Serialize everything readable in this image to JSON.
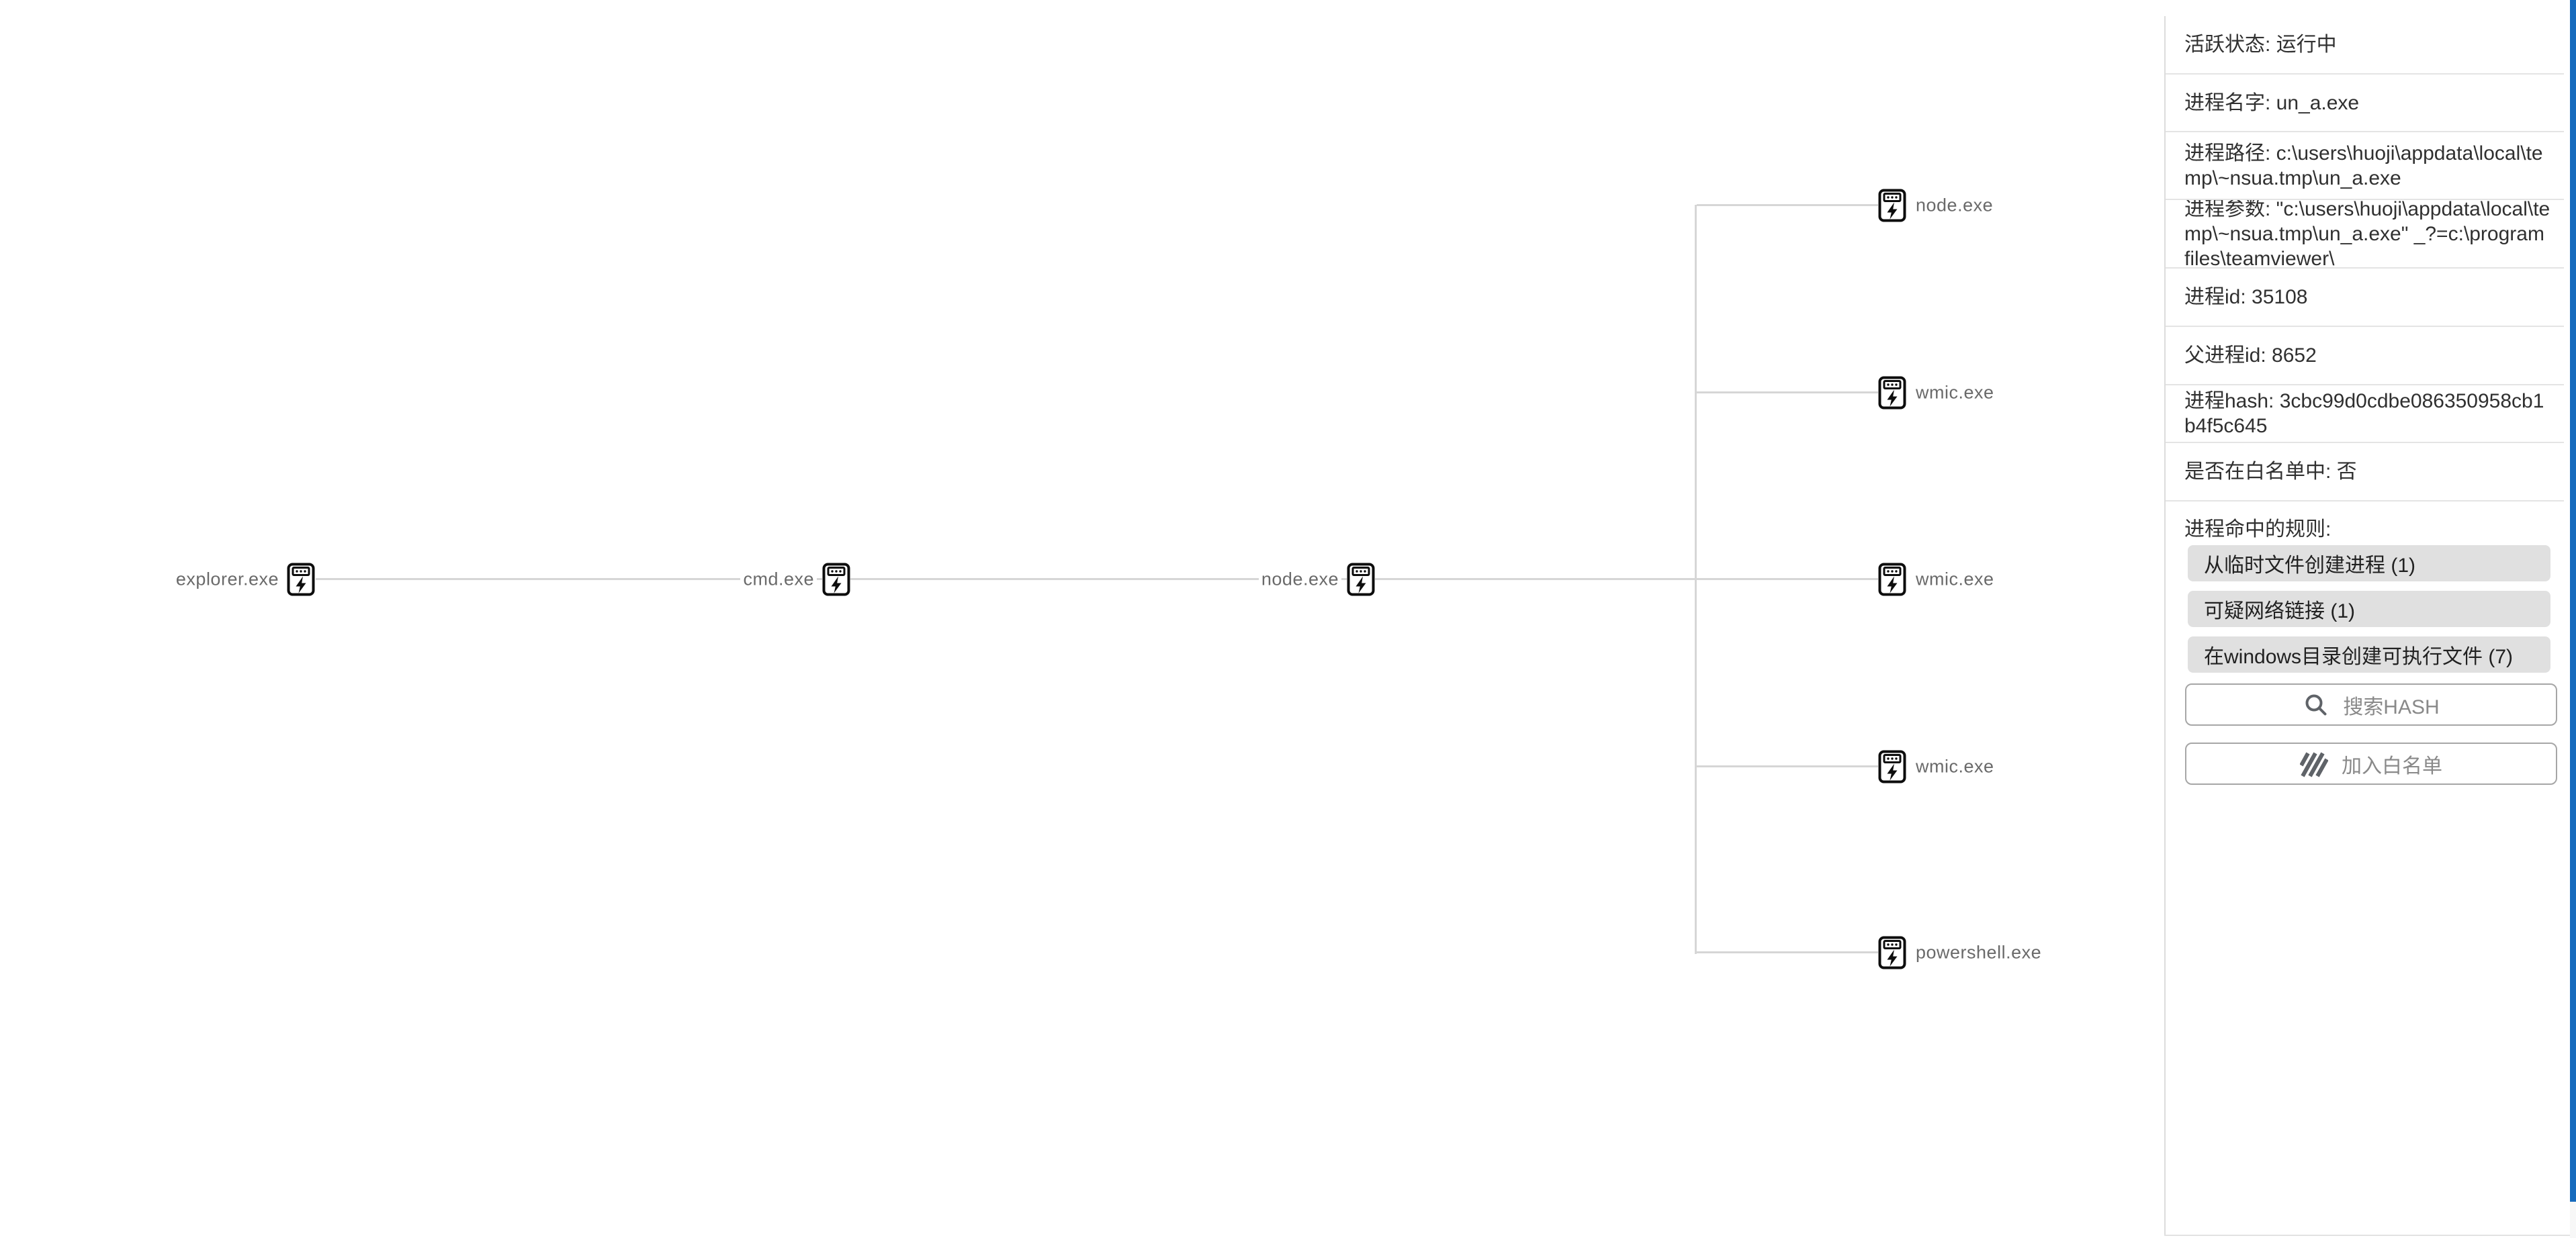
{
  "tree": {
    "chain": [
      "explorer.exe",
      "cmd.exe",
      "node.exe"
    ],
    "children": [
      "node.exe",
      "wmic.exe",
      "wmic.exe",
      "wmic.exe",
      "powershell.exe"
    ]
  },
  "panel": {
    "rows": [
      "活跃状态: 运行中",
      "进程名字: un_a.exe",
      "进程路径: c:\\users\\huoji\\appdata\\local\\temp\\~nsua.tmp\\un_a.exe",
      "进程参数: \"c:\\users\\huoji\\appdata\\local\\temp\\~nsua.tmp\\un_a.exe\" _?=c:\\program files\\teamviewer\\",
      "进程id: 35108",
      "父进程id: 8652",
      "进程hash: 3cbc99d0cdbe086350958cb1b4f5c645",
      "是否在白名单中: 否"
    ],
    "rules_title": "进程命中的规则:",
    "rule_chips": [
      "从临时文件创建进程 (1)",
      "可疑网络链接 (1)",
      "在windows目录创建可执行文件 (7)"
    ],
    "search_button": "搜索HASH",
    "whitelist_button": "加入白名单"
  },
  "colors": {
    "scrollbar_thumb": "#176bbd",
    "chip_background": "#e0e0e0",
    "tree_line": "#d6d6d6",
    "icon_ink": "#0d0d0d"
  }
}
